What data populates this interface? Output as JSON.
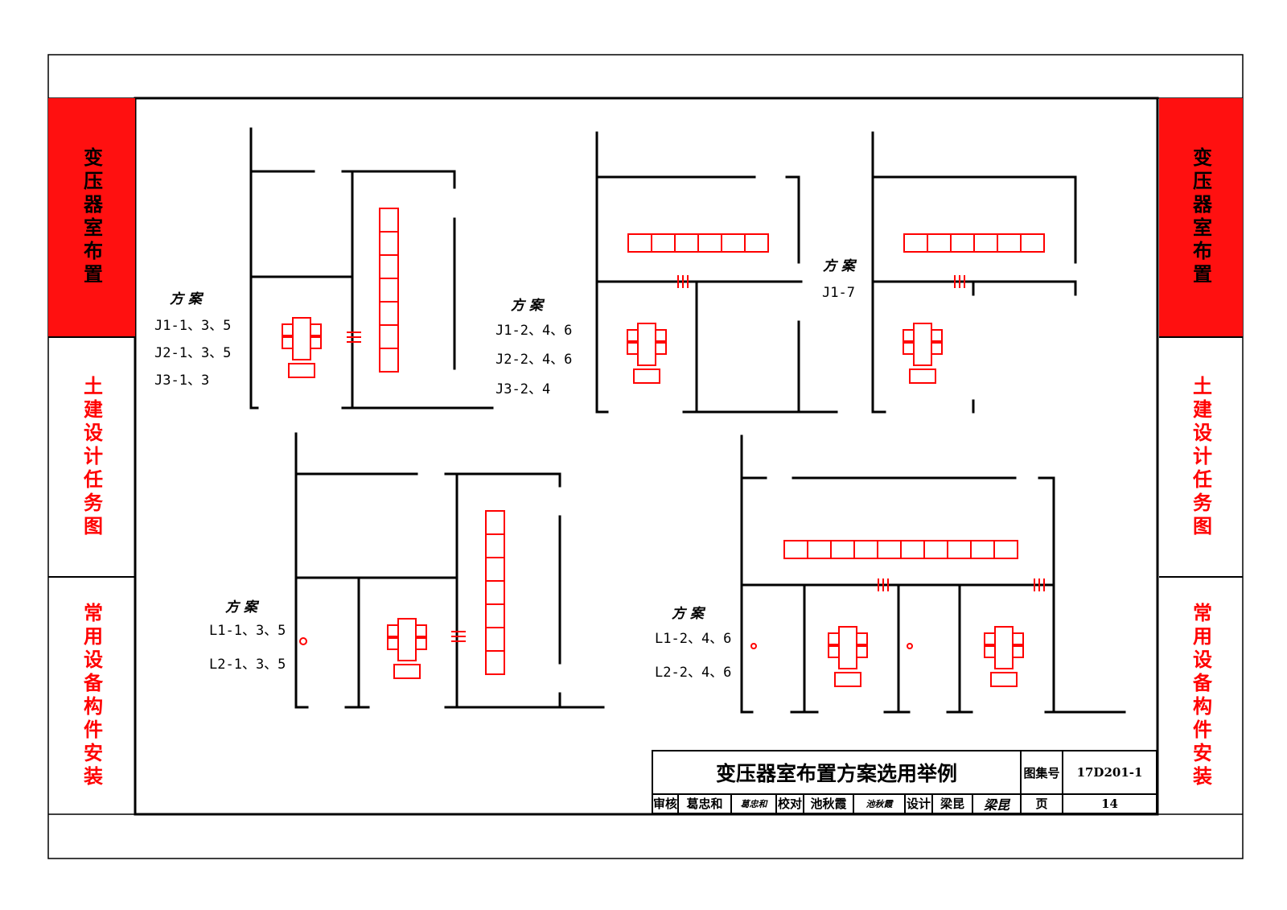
{
  "side_tabs": {
    "layout": "变压器室布置",
    "civil": "土建设计任务图",
    "equipment": "常用设备构件安装"
  },
  "colors": {
    "tab_active": "#ff1010",
    "tab_text_plain": "#ff0000",
    "equipment_red": "#ff0000",
    "wall_black": "#000000"
  },
  "plans": [
    {
      "head": "方 案",
      "lines": [
        "J1-1、3、5",
        "J2-1、3、5",
        "J3-1、3"
      ]
    },
    {
      "head": "方 案",
      "lines": [
        "J1-2、4、6",
        "J2-2、4、6",
        "J3-2、4"
      ]
    },
    {
      "head": "方 案",
      "lines": [
        "J1-7"
      ]
    },
    {
      "head": "方 案",
      "lines": [
        "L1-1、3、5",
        "L2-1、3、5"
      ]
    },
    {
      "head": "方 案",
      "lines": [
        "L1-2、4、6",
        "L2-2、4、6"
      ]
    }
  ],
  "title_block": {
    "title": "变压器室布置方案选用举例",
    "atlas_label": "图集号",
    "atlas_number": "17D201-1",
    "review_label": "审核",
    "reviewer": "葛忠和",
    "reviewer_sign": "葛忠和",
    "check_label": "校对",
    "checker": "池秋霞",
    "checker_sign": "池秋霞",
    "design_label": "设计",
    "designer": "梁昆",
    "designer_sign": "梁昆",
    "page_label": "页",
    "page_number": "14"
  }
}
